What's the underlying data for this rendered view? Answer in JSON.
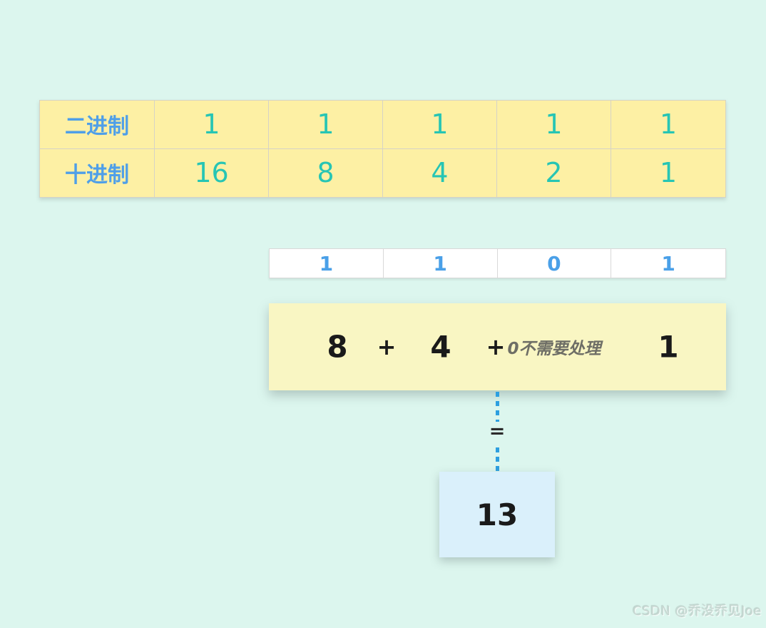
{
  "colors": {
    "background": "#dcf6ee",
    "table-bg": "#fdf0a4",
    "label-blue": "#4f9fe8",
    "value-teal": "#27c5b4",
    "binary-bg": "#ffffff",
    "binary-blue": "#4aa0e8",
    "sum-bg": "#f9f6c3",
    "note-gray": "#6e6e66",
    "connector-blue": "#2d9fe0",
    "result-bg": "#daf0fb",
    "text-dark": "#1a1a1a",
    "cell-border": "#d6d3c6"
  },
  "conversion_table": {
    "rows": [
      {
        "label": "二进制",
        "values": [
          "1",
          "1",
          "1",
          "1",
          "1"
        ]
      },
      {
        "label": "十进制",
        "values": [
          "16",
          "8",
          "4",
          "2",
          "1"
        ]
      }
    ]
  },
  "binary_table": {
    "values": [
      "1",
      "1",
      "0",
      "1"
    ]
  },
  "sum_box": {
    "term1": "8",
    "plus1": "+",
    "term2": "4",
    "plus2": "+",
    "note": "0不需要处理",
    "term3": "1"
  },
  "connector": {
    "equals": "="
  },
  "result_box": {
    "value": "13"
  },
  "watermark": "CSDN @乔没乔见Joe"
}
